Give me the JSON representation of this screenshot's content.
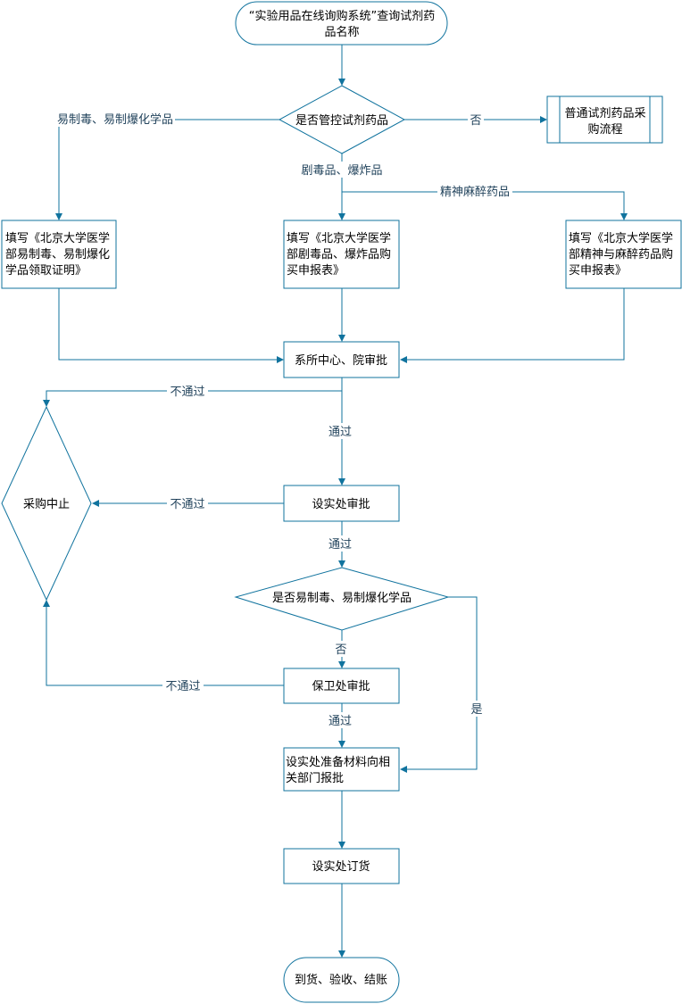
{
  "nodes": {
    "start": [
      "“实验用品在线询购系统”查询试剂药",
      "品名称"
    ],
    "is_controlled": [
      "是否管控试剂药品"
    ],
    "normal_process": [
      "普通试剂药品采",
      "购流程"
    ],
    "form_easy": [
      "填写《北京大学医学",
      "部易制毒、易制爆化",
      "学品领取证明》"
    ],
    "form_toxic": [
      "填写《北京大学医学",
      "部剧毒品、爆炸品购",
      "买申报表》"
    ],
    "form_narcotic": [
      "填写《北京大学医学",
      "部精神与麻醉药品购",
      "买申报表》"
    ],
    "dept_approval": [
      "系所中心、院审批"
    ],
    "purchase_stop": [
      "采购中止"
    ],
    "lab_office_approval": [
      "设实处审批"
    ],
    "is_easy": [
      "是否易制毒、易制爆化学品"
    ],
    "security_approval": [
      "保卫处审批"
    ],
    "prepare_materials": [
      "设实处准备材料向相",
      "关部门报批"
    ],
    "order": [
      "设实处订货"
    ],
    "end": [
      "到货、验收、结账"
    ]
  },
  "edges": {
    "easy_chemicals": "易制毒、易制爆化学品",
    "no": "否",
    "toxic_explosive": "剧毒品、爆炸品",
    "narcotic": "精神麻醉药品",
    "fail_1": "不通过",
    "pass_1": "通过",
    "fail_2": "不通过",
    "pass_2": "通过",
    "no_2": "否",
    "fail_3": "不通过",
    "pass_3": "通过",
    "yes": "是"
  }
}
